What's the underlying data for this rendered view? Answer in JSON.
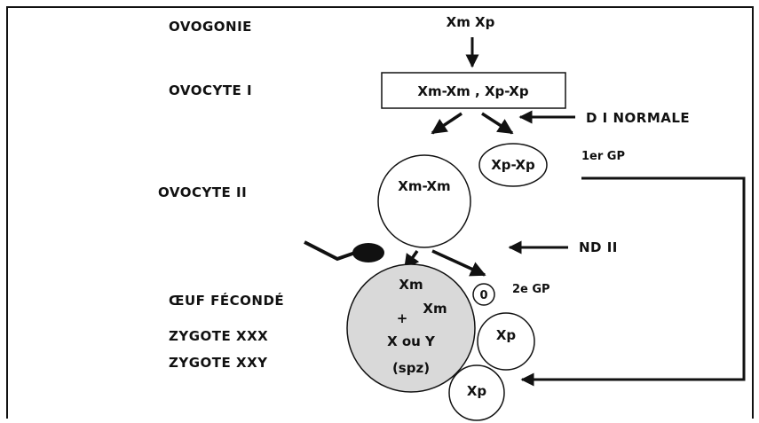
{
  "labels": {
    "ovogonie": "OVOGONIE",
    "ovocyte1": "OVOCYTE I",
    "ovocyte2": "OVOCYTE II",
    "oeuf": "ŒUF FÉCONDÉ",
    "zygote_xxx": "ZYGOTE XXX",
    "zygote_xxy": "ZYGOTE XXY"
  },
  "cells": {
    "ovogonie_genotype": "Xm Xp",
    "ovocyte1_genotype": "Xm-Xm , Xp-Xp",
    "ovocyte2_genotype": "Xm-Xm",
    "gp1_genotype": "Xp-Xp",
    "gp2_genotype": "0",
    "egg_line1": "Xm",
    "egg_plus": "+",
    "egg_line2": "Xm",
    "egg_line3": "X ou Y",
    "egg_line4": "(spz)",
    "xp_upper": "Xp",
    "xp_lower": "Xp"
  },
  "annotations": {
    "division1": "D I NORMALE",
    "gp1": "1er GP",
    "division2": "ND II",
    "gp2": "2e GP"
  },
  "colors": {
    "ink": "#111111",
    "egg_fill": "#d9d9d9",
    "background": "#ffffff"
  }
}
